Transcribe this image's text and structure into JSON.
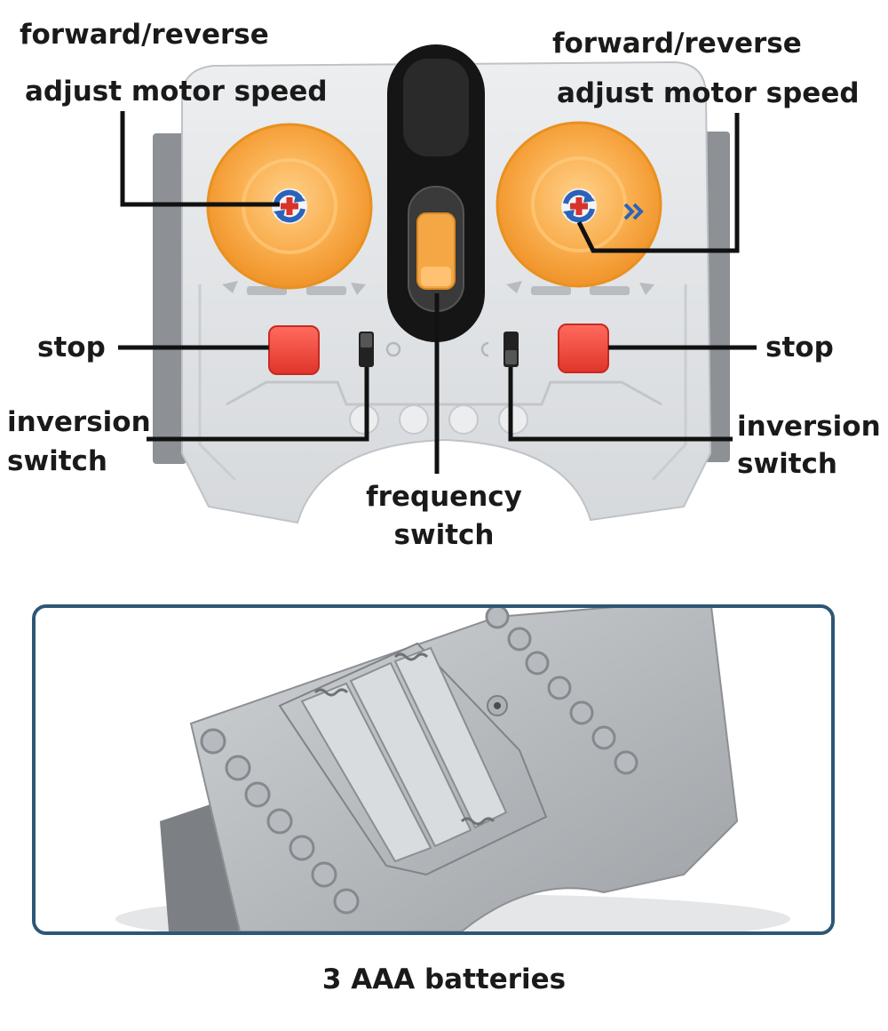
{
  "labels": {
    "left_direction": "forward/reverse",
    "left_speed": "adjust motor speed",
    "right_direction": "forward/reverse",
    "right_speed": "adjust motor speed",
    "left_stop": "stop",
    "right_stop": "stop",
    "left_inversion_line1": "inversion",
    "left_inversion_line2": "switch",
    "right_inversion_line1": "inversion",
    "right_inversion_line2": "switch",
    "frequency_line1": "frequency",
    "frequency_line2": "switch"
  },
  "caption": "3 AAA batteries",
  "colors": {
    "dial": "#f7a23a",
    "stop_button": "#ee3f34",
    "housing": "#e3e5e7",
    "housing_side": "#8d9196",
    "antenna": "#161616",
    "frame_border": "#2e5675",
    "callout_line": "#111111"
  },
  "icons": {
    "dial_center": "rotate-arrows-icon",
    "dial_arrow": "double-chevron-right-icon"
  }
}
